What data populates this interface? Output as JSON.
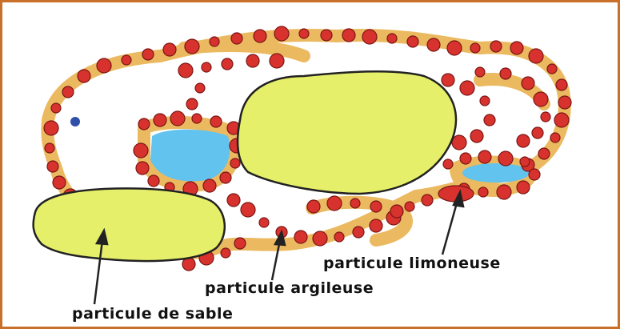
{
  "diagram": {
    "colors": {
      "frame": "#c8702a",
      "sand_particle": "#e6ef6a",
      "silt_particle": "#d8322e",
      "clay_film": "#e9b24f",
      "water_pore": "#62c3ee",
      "outline": "#222222"
    },
    "labels": {
      "limon": "particule limoneuse",
      "argile": "particule argileuse",
      "sable": "particule de sable"
    }
  }
}
